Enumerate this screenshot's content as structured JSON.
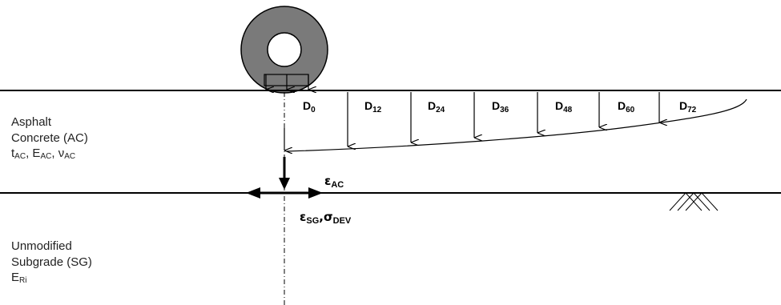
{
  "deflections": [
    {
      "main": "D",
      "sub": "0"
    },
    {
      "main": "D",
      "sub": "12"
    },
    {
      "main": "D",
      "sub": "24"
    },
    {
      "main": "D",
      "sub": "36"
    },
    {
      "main": "D",
      "sub": "48"
    },
    {
      "main": "D",
      "sub": "60"
    },
    {
      "main": "D",
      "sub": "72"
    }
  ],
  "ac_layer": {
    "line1": "Asphalt",
    "line2": "Concrete (AC)",
    "params": [
      {
        "main": "t",
        "sub": "AC",
        "sep": ", "
      },
      {
        "main": "E",
        "sub": "AC",
        "sep": ", "
      },
      {
        "main": "ν",
        "sub": "AC",
        "sep": ""
      }
    ]
  },
  "sg_layer": {
    "line1": "Unmodified",
    "line2": "Subgrade (SG)",
    "param": {
      "main": "E",
      "sub": "Ri"
    }
  },
  "strain_ac": {
    "main": "ε",
    "sub": "AC"
  },
  "strain_sg": {
    "main": "ε",
    "sub": "SG",
    "sep": ",",
    "main2": "σ",
    "sub2": "DEV"
  }
}
